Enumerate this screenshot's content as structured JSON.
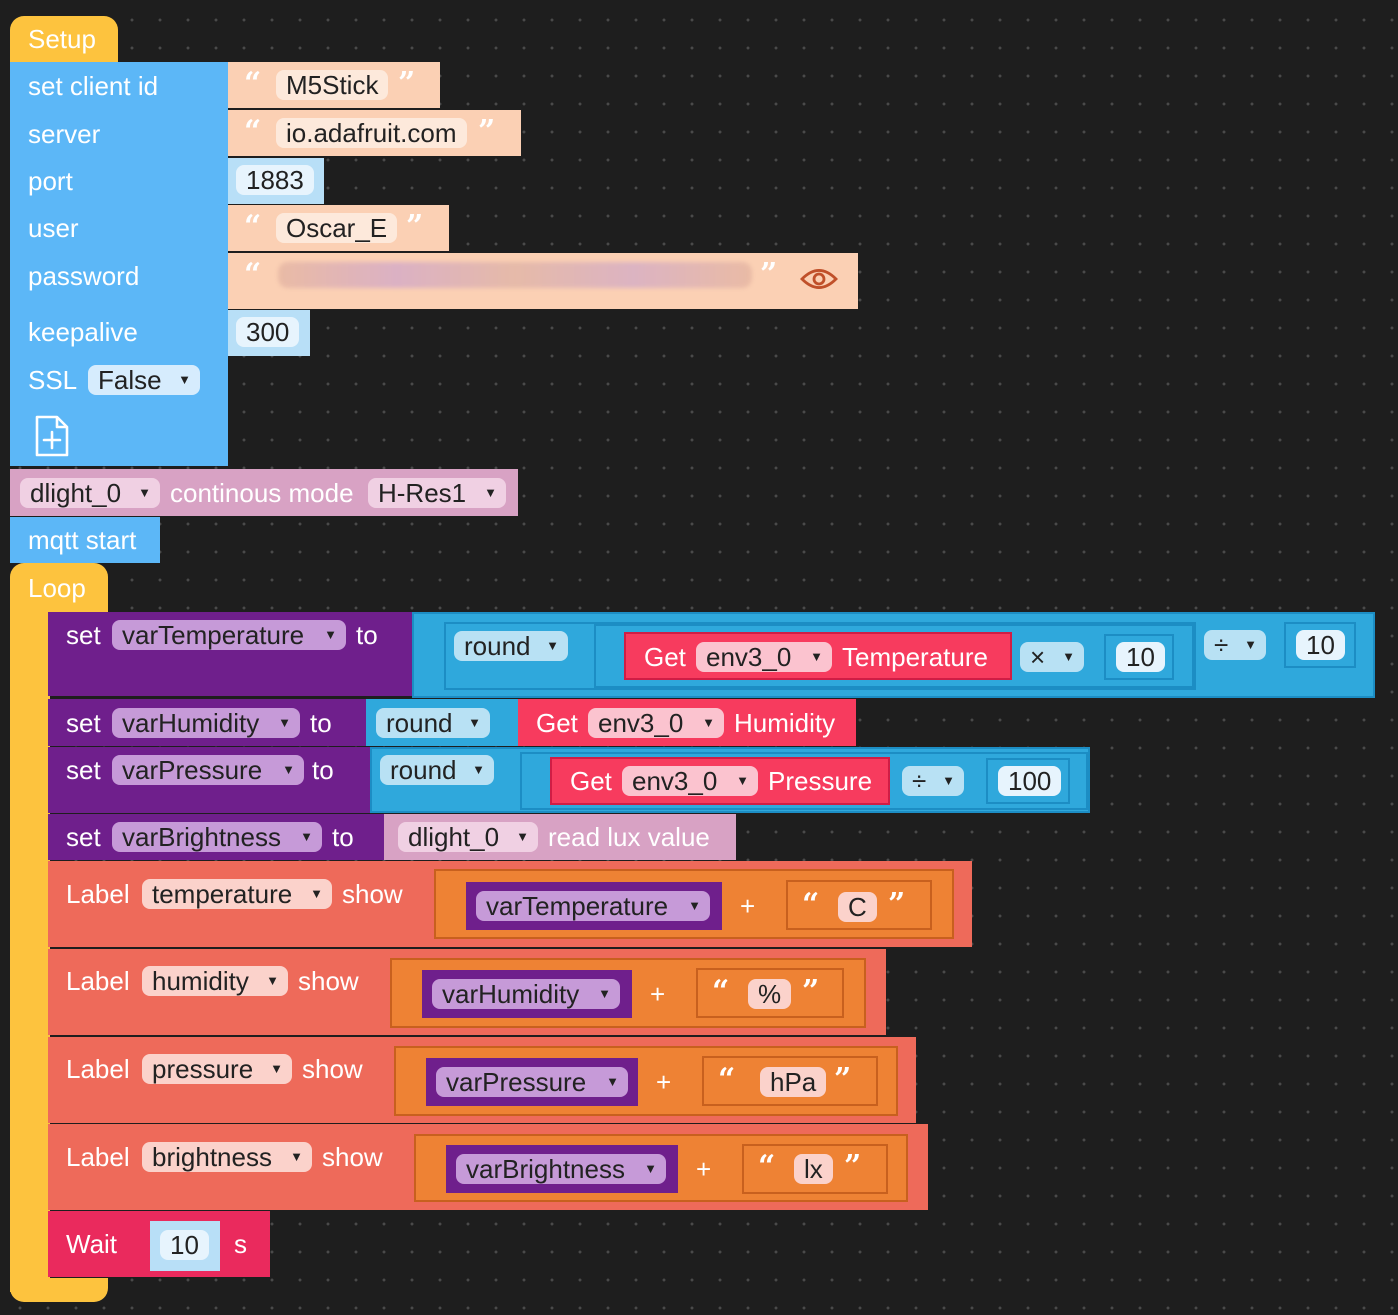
{
  "setup": {
    "hat": "Setup",
    "fields": {
      "client_id": {
        "label": "set client id",
        "value": "M5Stick"
      },
      "server": {
        "label": "server",
        "value": "io.adafruit.com"
      },
      "port": {
        "label": "port",
        "value": "1883"
      },
      "user": {
        "label": "user",
        "value": "Oscar_E"
      },
      "password": {
        "label": "password"
      },
      "keepalive": {
        "label": "keepalive",
        "value": "300"
      },
      "ssl": {
        "label": "SSL",
        "value": "False"
      }
    }
  },
  "dlight_block": {
    "sensor": "dlight_0",
    "text": "continous mode",
    "mode": "H-Res1"
  },
  "mqtt_start": "mqtt start",
  "loop": {
    "hat": "Loop",
    "set_temperature": {
      "set": "set",
      "var": "varTemperature",
      "to": "to",
      "round": "round",
      "get": "Get",
      "sensor": "env3_0",
      "prop": "Temperature",
      "op1": "×",
      "num1": "10",
      "op2": "÷",
      "num2": "10"
    },
    "set_humidity": {
      "set": "set",
      "var": "varHumidity",
      "to": "to",
      "round": "round",
      "get": "Get",
      "sensor": "env3_0",
      "prop": "Humidity"
    },
    "set_pressure": {
      "set": "set",
      "var": "varPressure",
      "to": "to",
      "round": "round",
      "get": "Get",
      "sensor": "env3_0",
      "prop": "Pressure",
      "op": "÷",
      "num": "100"
    },
    "set_brightness": {
      "set": "set",
      "var": "varBrightness",
      "to": "to",
      "sensor": "dlight_0",
      "text": "read lux value"
    },
    "labels": [
      {
        "kw": "Label",
        "name": "temperature",
        "show": "show",
        "var": "varTemperature",
        "plus": "+",
        "suffix": "C"
      },
      {
        "kw": "Label",
        "name": "humidity",
        "show": "show",
        "var": "varHumidity",
        "plus": "+",
        "suffix": "%"
      },
      {
        "kw": "Label",
        "name": "pressure",
        "show": "show",
        "var": "varPressure",
        "plus": "+",
        "suffix": "hPa"
      },
      {
        "kw": "Label",
        "name": "brightness",
        "show": "show",
        "var": "varBrightness",
        "plus": "+",
        "suffix": "lx"
      }
    ],
    "wait": {
      "label": "Wait",
      "value": "10",
      "unit": "s"
    }
  },
  "icons": {
    "quote_open": "“",
    "quote_close": "”",
    "dropdown": "▼",
    "add_file": "file-plus-icon",
    "show_password": "eye-icon"
  },
  "colors": {
    "setup_hat": "#fdc33e",
    "mqtt_blocks": "#5cb7f7",
    "text_value": "#fbd0b4",
    "number_value": "#b8dff7",
    "dlight_blocks": "#d8a2c4",
    "variables": "#6f1f8c",
    "math": "#2fa8dc",
    "env_sensor": "#f73b5e",
    "label_blocks": "#ee6a5a",
    "text_join": "#ee8234",
    "wait": "#ea2a5d"
  }
}
